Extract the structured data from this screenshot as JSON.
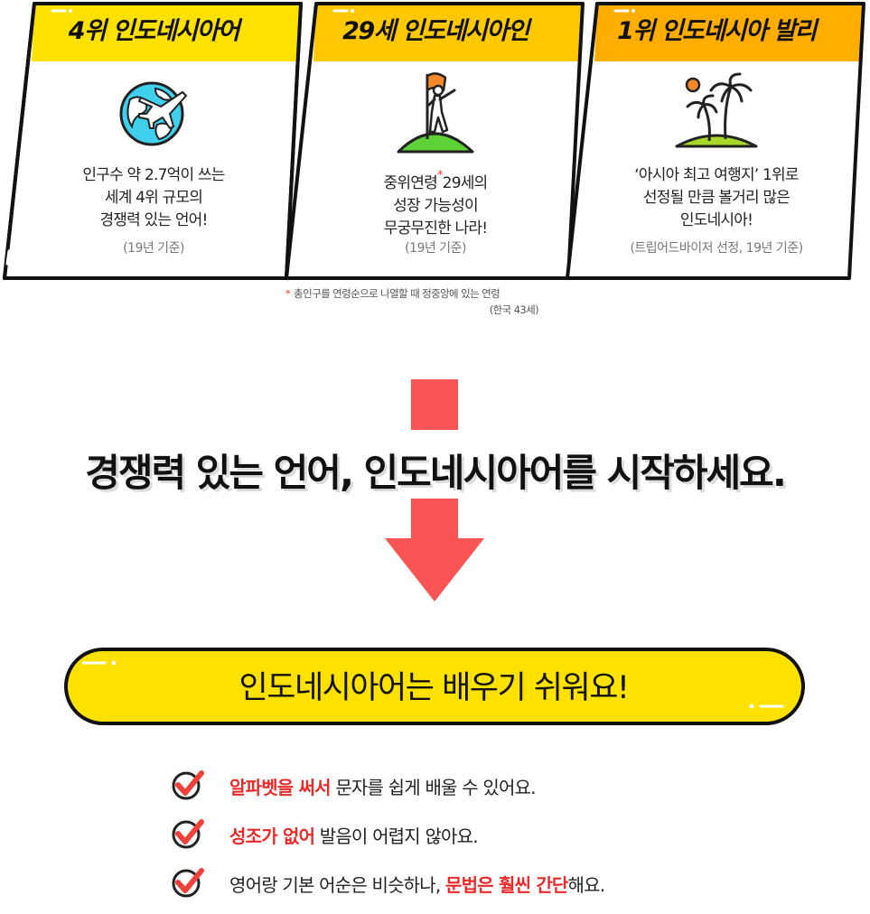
{
  "cards": [
    {
      "title": "4위 인도네시아어",
      "desc": [
        "인구수 약 2.7억이 쓰는",
        "세계 4위 규모의",
        "경쟁력 있는 언어!"
      ],
      "source": "(19년 기준)",
      "header_color": "#ffe100",
      "icon": "globe-plane-icon"
    },
    {
      "title": "29세 인도네시아인",
      "desc": [
        "중위연령",
        "29세의",
        "성장 가능성이",
        "무궁무진한 나라!"
      ],
      "desc_star": "*",
      "source": "(19년 기준)",
      "header_color": "#ffc800",
      "icon": "flag-climber-icon"
    },
    {
      "title": "1위 인도네시아 발리",
      "desc": [
        "‘아시아 최고 여행지’ 1위로",
        "선정될 만큼 볼거리 많은",
        "인도네시아!"
      ],
      "source": "(트립어드바이저 선정, 19년 기준)",
      "header_color": "#ffae00",
      "icon": "palm-island-icon"
    }
  ],
  "footnote": {
    "asterisk": "*",
    "line1": "총인구를 연령순으로 나열할 때 정중앙에 있는 연령",
    "line2": "(한국 43세)"
  },
  "headline": "경쟁력 있는 언어, 인도네시아어를 시작하세요.",
  "pill": {
    "text": "인도네시아어는 배우기 쉬워요!",
    "color": "#ffe100"
  },
  "checklist": [
    {
      "highlight": "알파벳을 써서",
      "rest": " 문자를 쉽게 배울 수 있어요."
    },
    {
      "highlight": "성조가 없어",
      "rest": " 발음이 어렵지 않아요."
    },
    {
      "pre": "영어랑 기본 어순은 비슷하나, ",
      "highlight": "문법은 훨씬 간단",
      "rest": "해요."
    }
  ],
  "colors": {
    "accent_red": "#fa5454",
    "highlight_red": "#ec2a2a",
    "check_red": "#f0413a"
  }
}
